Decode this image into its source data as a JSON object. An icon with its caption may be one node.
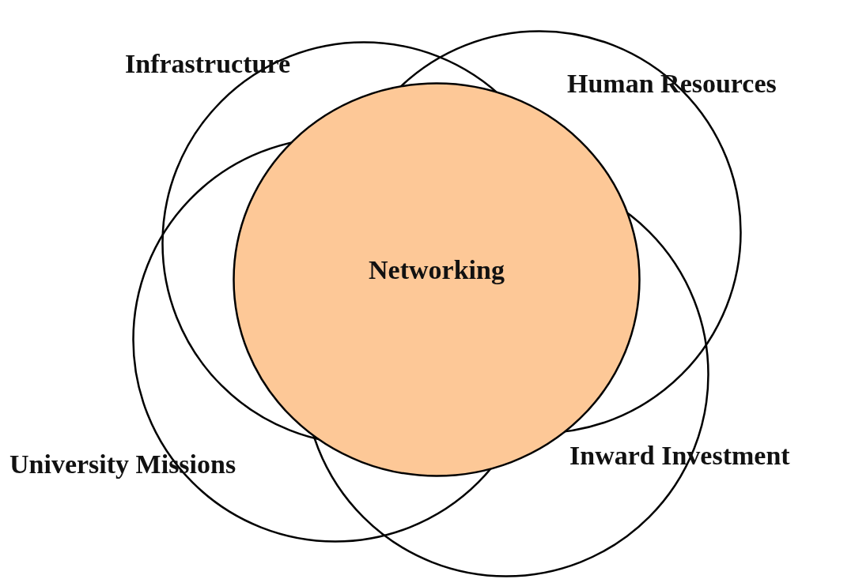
{
  "diagram": {
    "nodes": [
      {
        "text": [
          "Infrastructure"
        ]
      },
      {
        "text": [
          "Human Resources"
        ]
      },
      {
        "text": [
          "Networking"
        ]
      },
      {
        "text": [
          "University Missions"
        ]
      },
      {
        "text": [
          "Inward Investment"
        ]
      }
    ]
  }
}
